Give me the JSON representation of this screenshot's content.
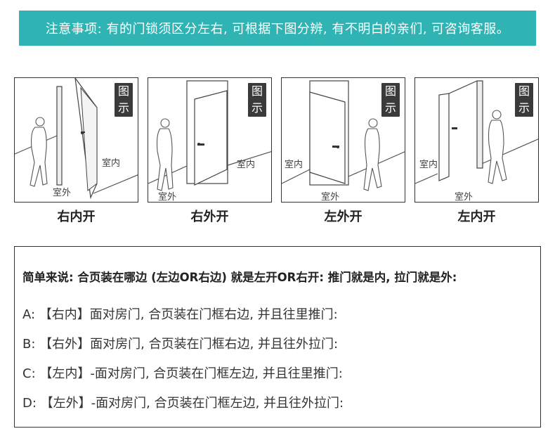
{
  "notice": "注意事项: 有的门锁须区分左右, 可根据下图分辨, 有不明白的亲们, 可咨询客服。",
  "badge": [
    "图",
    "示"
  ],
  "panels": [
    {
      "caption": "右内开",
      "inside": "室内",
      "outside": "室外"
    },
    {
      "caption": "右外开",
      "inside": "室内",
      "outside": "室外"
    },
    {
      "caption": "左外开",
      "inside": "室内",
      "outside": "室外"
    },
    {
      "caption": "左内开",
      "inside": "室内",
      "outside": "室外"
    }
  ],
  "summary": "简单来说: 合页装在哪边 (左边OR右边) 就是左开OR右开: 推门就是内, 拉门就是外:",
  "items": [
    "A: 【右内】面对房门, 合页装在门框右边, 并且往里推门:",
    "B: 【右外】面对房门, 合页装在门框右边, 并且往外拉门:",
    "C: 【左内】-面对房门, 合页装在门框左边, 并且往里推门:",
    "D: 【左外】-面对房门, 合页装在门框左边, 并且往外拉门:"
  ]
}
